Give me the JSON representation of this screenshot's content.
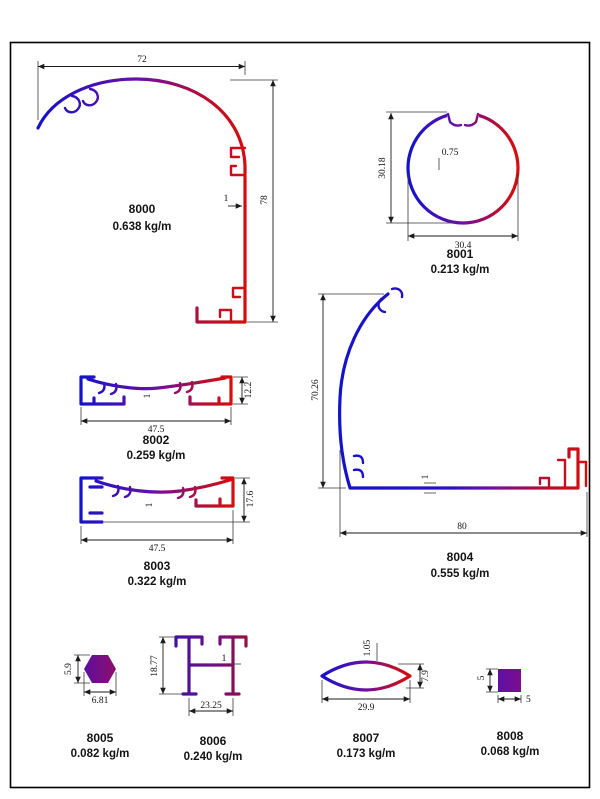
{
  "page": {
    "frame_color": "#000000",
    "background": "#ffffff",
    "colors": {
      "blue": "#1313cb",
      "purple": "#6d0fa2",
      "red": "#d60d0d",
      "dimension_lines": "#1b1b1b"
    }
  },
  "profiles": [
    {
      "id": "8000",
      "weight": "0.638 kg/m",
      "dim_width": "72",
      "dim_height": "78",
      "dim_thickness": "1"
    },
    {
      "id": "8001",
      "weight": "0.213 kg/m",
      "dim_height": "30.18",
      "dim_width": "30.4",
      "dim_thickness": "0.75"
    },
    {
      "id": "8002",
      "weight": "0.259 kg/m",
      "dim_width": "47.5",
      "dim_height": "12.2",
      "dim_thickness": "1"
    },
    {
      "id": "8003",
      "weight": "0.322 kg/m",
      "dim_width": "47.5",
      "dim_height": "17.6",
      "dim_thickness": "1"
    },
    {
      "id": "8004",
      "weight": "0.555 kg/m",
      "dim_height": "70.26",
      "dim_width": "80",
      "dim_thickness": "1"
    },
    {
      "id": "8005",
      "weight": "0.082 kg/m",
      "dim_height": "5.9",
      "dim_width": "6.81"
    },
    {
      "id": "8006",
      "weight": "0.240 kg/m",
      "dim_height": "18.77",
      "dim_width": "23.25",
      "dim_thickness": "1"
    },
    {
      "id": "8007",
      "weight": "0.173 kg/m",
      "dim_thickness": "1.05",
      "dim_width": "29.9",
      "dim_height": "7.9"
    },
    {
      "id": "8008",
      "weight": "0.068 kg/m",
      "dim_height": "5",
      "dim_width": "5"
    }
  ]
}
